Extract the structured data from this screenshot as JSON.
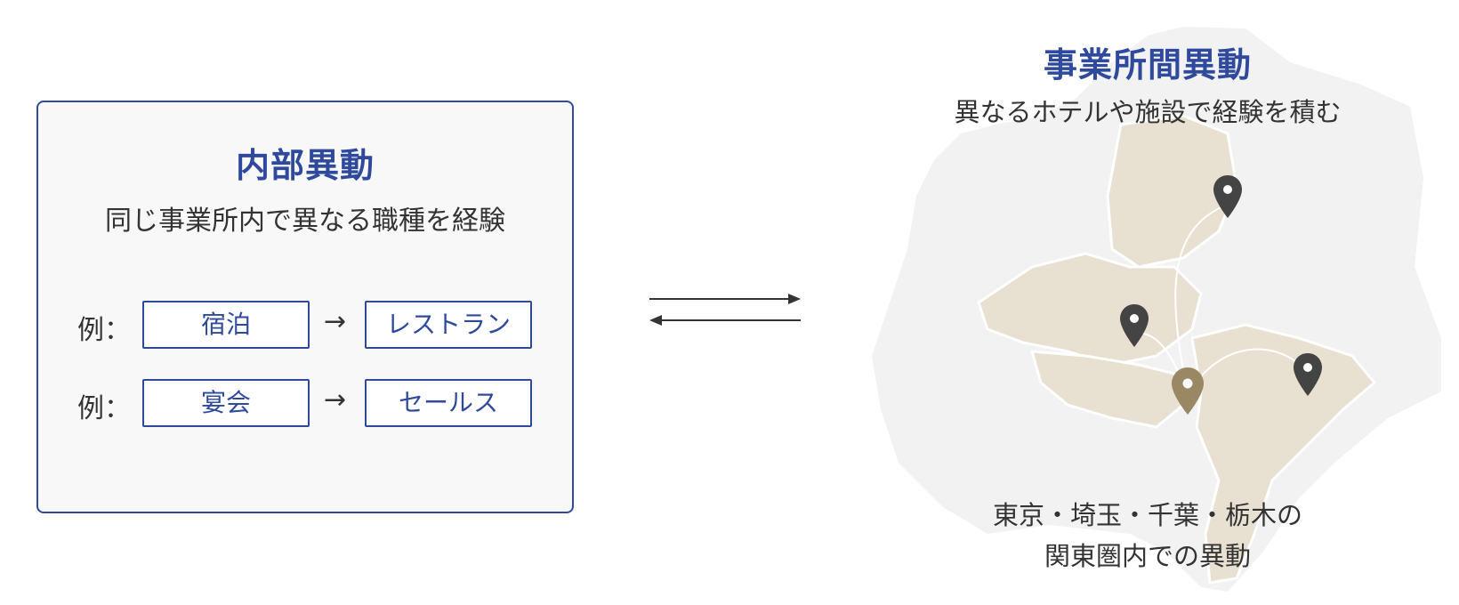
{
  "internal_transfer": {
    "title": "内部異動",
    "subtitle": "同じ事業所内で異なる職種を経験",
    "examples": [
      {
        "label": "例：",
        "from": "宿泊",
        "arrow": "→",
        "to": "レストラン"
      },
      {
        "label": "例：",
        "from": "宴会",
        "arrow": "→",
        "to": "セールス"
      }
    ]
  },
  "site_transfer": {
    "title": "事業所間異動",
    "subtitle": "異なるホテルや施設で経験を積む",
    "region_line1": "東京・埼玉・千葉・栃木の",
    "region_line2": "関東圏内での異動"
  },
  "colors": {
    "accent_blue": "#2f4a9c",
    "map_region": "#e8e0d0",
    "map_background": "#f2f2f2",
    "pin_dark": "#444444",
    "pin_hub": "#9a8764"
  },
  "icons": [
    "bidirectional-arrows-icon",
    "map-pin-icon",
    "kanto-map"
  ]
}
